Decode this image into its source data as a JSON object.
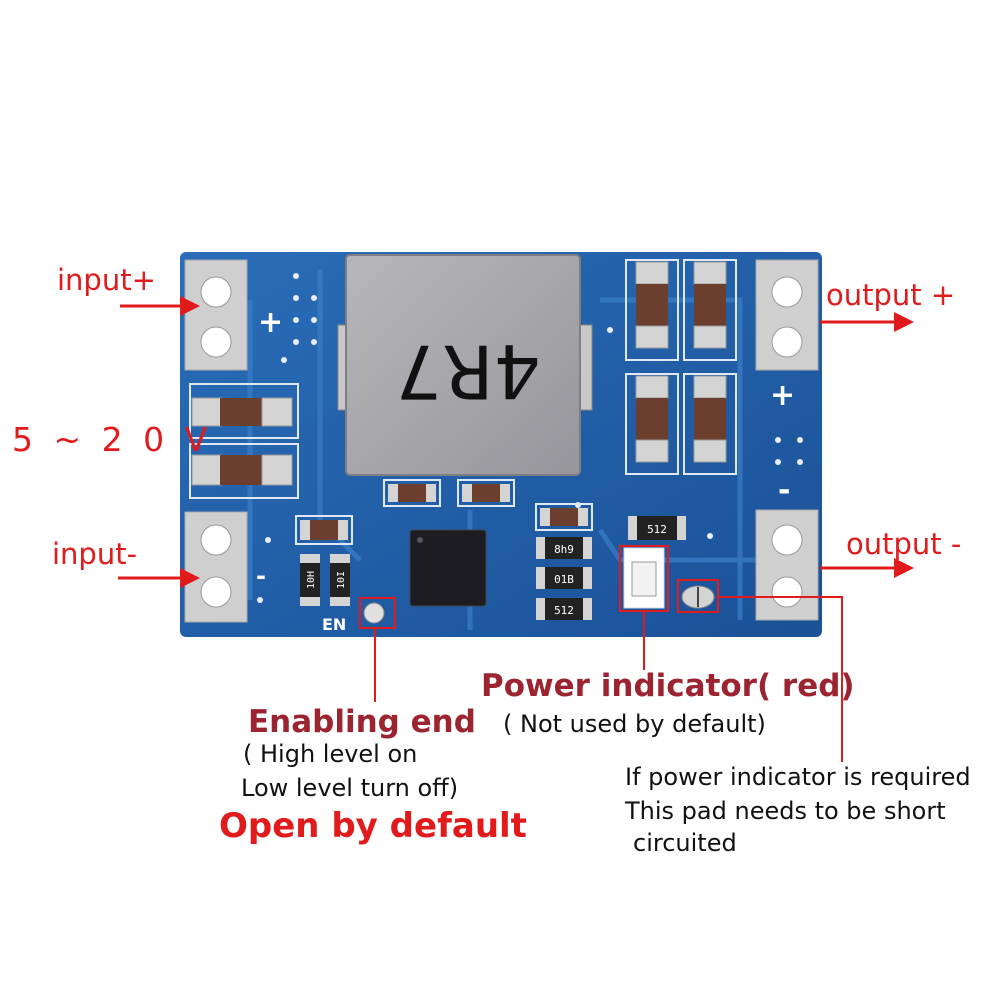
{
  "labels": {
    "input_plus": "input+",
    "input_minus": "input-",
    "output_plus": "output +",
    "output_minus": "output -",
    "voltage_range": "5 ~ 2 0 V"
  },
  "board": {
    "inductor_marking": "4R7",
    "en_silk": "EN",
    "plus_silk": "+",
    "minus_silk": "-",
    "resistor_markings": [
      "512",
      "8h9",
      "01B",
      "512",
      "10H",
      "10I"
    ]
  },
  "callouts": {
    "enabling_end": {
      "title": "Enabling end",
      "line1": "( High level on",
      "line2": "Low level turn off)",
      "default": "Open by default"
    },
    "power_indicator": {
      "title": "Power indicator( red)",
      "note": "( Not used by default)"
    },
    "pad_note": {
      "line1": "If power indicator is required",
      "line2": "This pad needs to be short",
      "line3": "circuited"
    }
  },
  "colors": {
    "board_blue": "#1f5fa8",
    "label_red": "#e11b1b",
    "title_dark_red": "#9b2430",
    "pad_silver": "#cfcfcf",
    "inductor_grey": "#a9a9ad"
  }
}
